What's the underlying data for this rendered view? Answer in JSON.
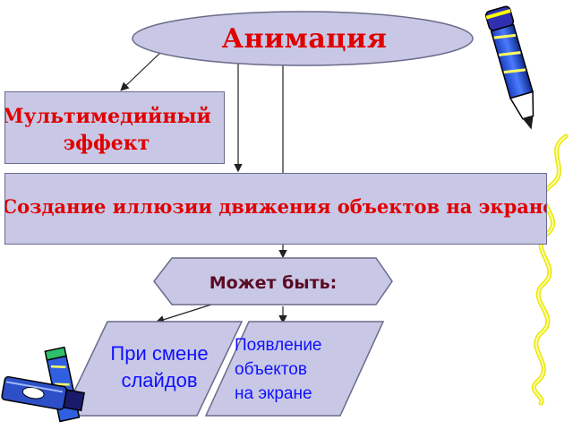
{
  "title": "Анимация",
  "effect_box": "Мультимедийный\nэффект",
  "illusion_box": "Создание иллюзии движения объектов на экране",
  "maybe_label": "Может быть:",
  "option_slides": "При смене\nслайдов",
  "option_objects": "Появление\nобъектов\n на экране",
  "colors": {
    "heading_text": "#e00000",
    "box_fill": "#c8c8e6",
    "option_text": "#1010ff",
    "maybe_text": "#5a0a22"
  },
  "icons": [
    "pen-icon",
    "pencil-icon",
    "squiggle-decoration"
  ]
}
